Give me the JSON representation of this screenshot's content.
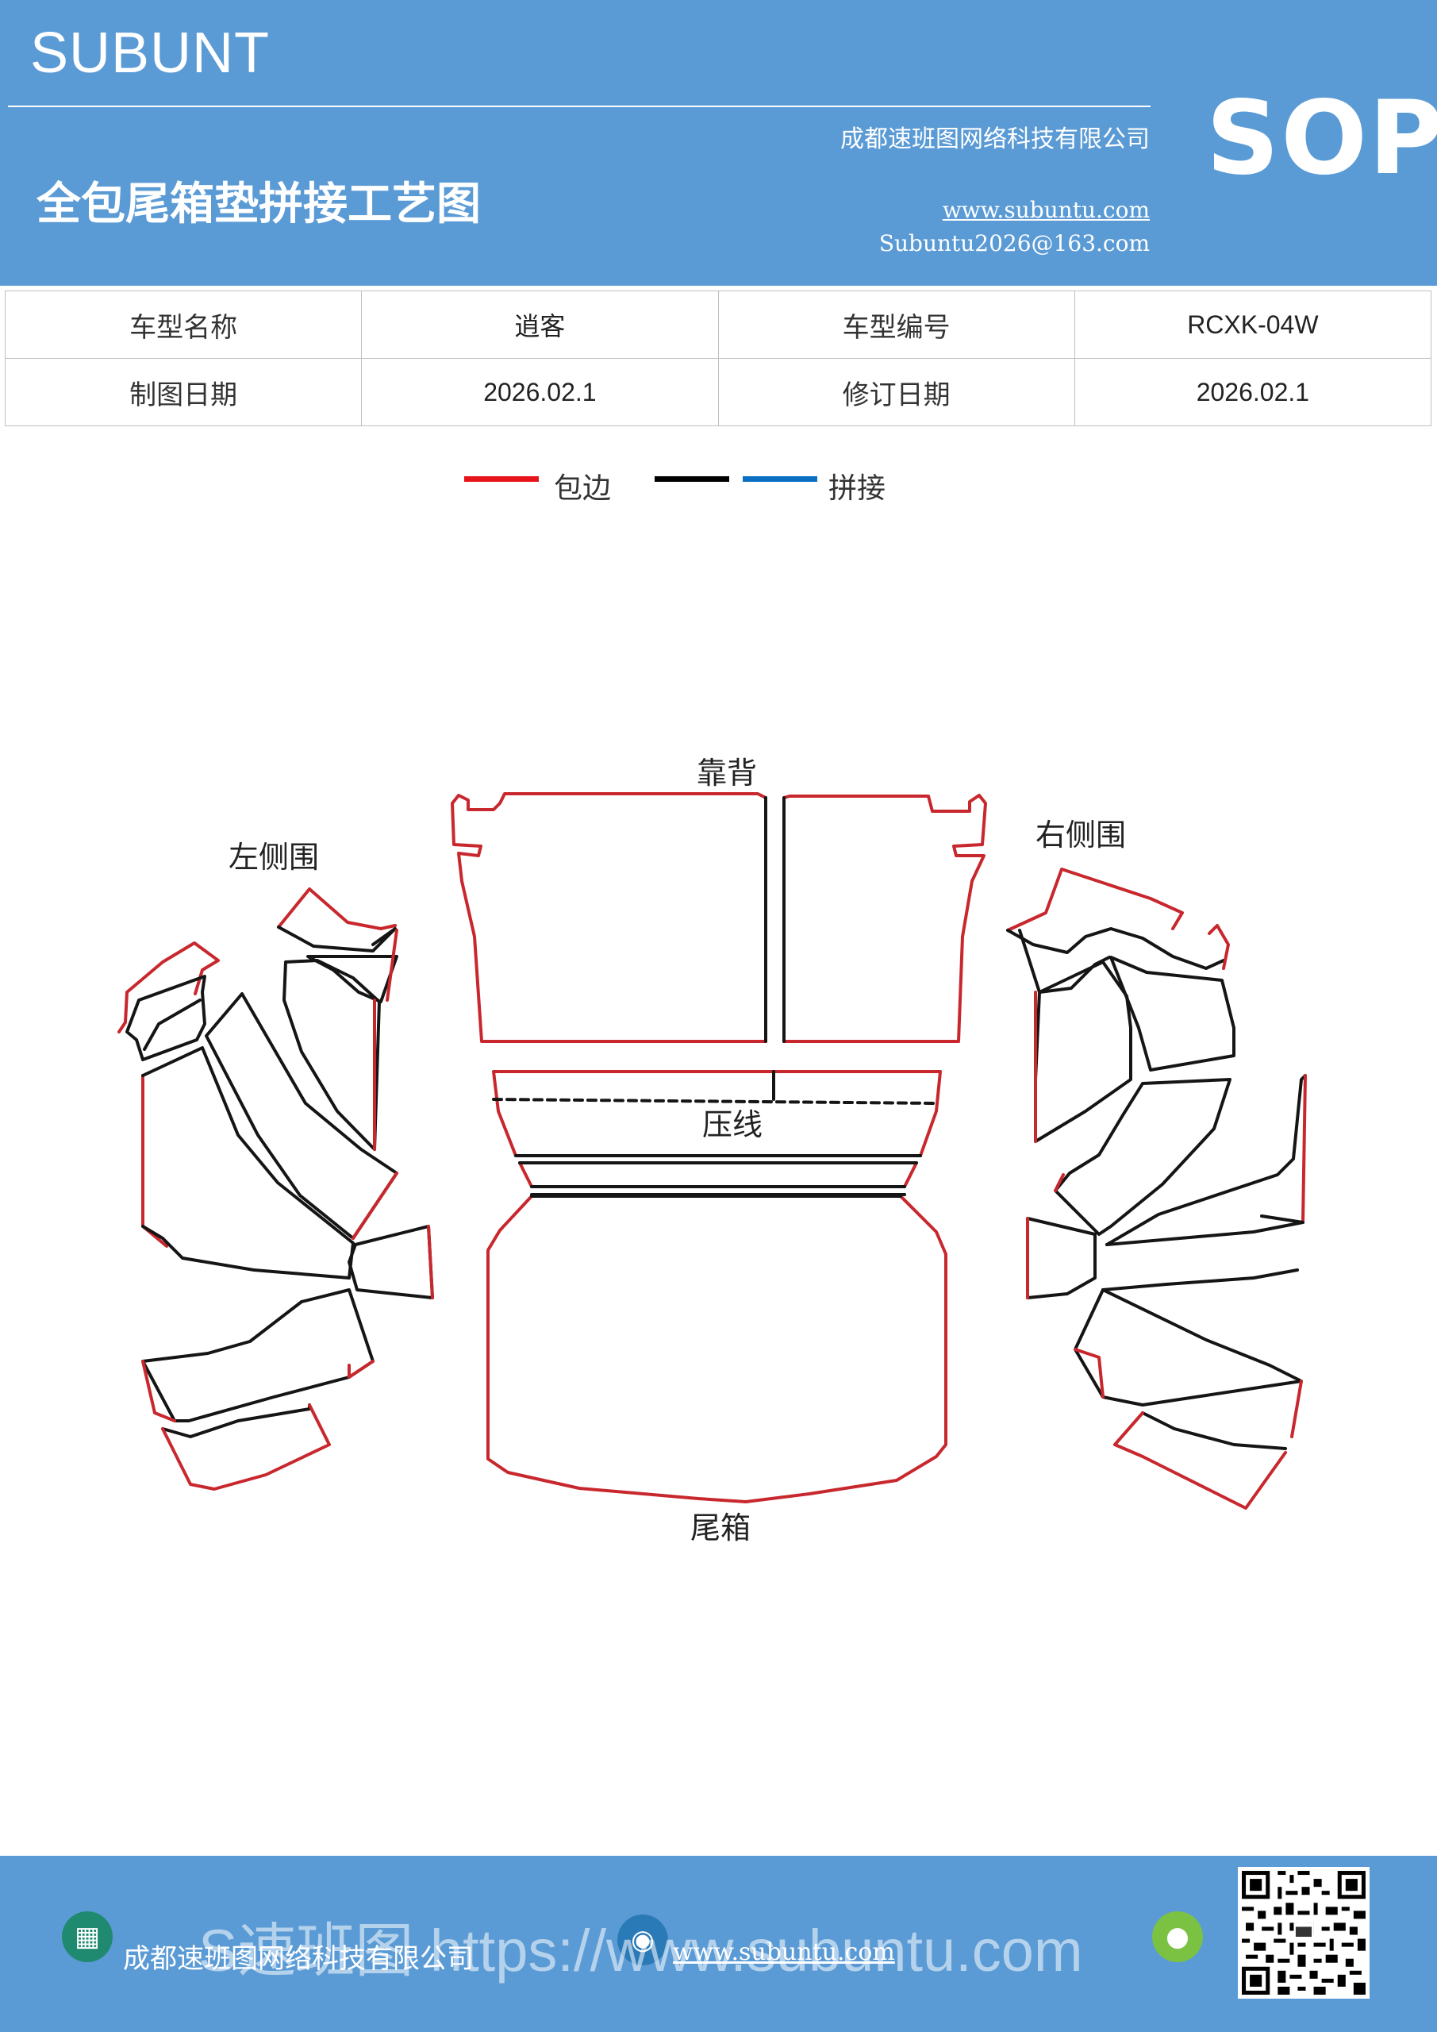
{
  "header": {
    "brand": "SUBUNT",
    "company": "成都速班图网络科技有限公司",
    "title": "全包尾箱垫拼接工艺图",
    "url": "www.subuntu.com",
    "email": "Subuntu2026@163.com",
    "badge": "SOP"
  },
  "info_table": {
    "rows": [
      [
        "车型名称",
        "逍客",
        "车型编号",
        "RCXK-04W"
      ],
      [
        "制图日期",
        "2026.02.1",
        "修订日期",
        "2026.02.1"
      ]
    ]
  },
  "legend": {
    "items": [
      {
        "label": "包边",
        "colors": [
          "#e8141b"
        ]
      },
      {
        "label": "拼接",
        "colors": [
          "#000000",
          "#0a6fc2"
        ]
      }
    ]
  },
  "drawing": {
    "labels": {
      "back": "靠背",
      "left": "左侧围",
      "right": "右侧围",
      "press_line": "压线",
      "trunk": "尾箱"
    },
    "colors": {
      "edge": "#c8282d",
      "seam": "#151515"
    }
  },
  "footer": {
    "company": "成都速班图网络科技有限公司",
    "url": "www.subuntu.com",
    "watermark": "S速班图 https://www.subuntu.com",
    "icons": [
      "building-icon",
      "globe-icon",
      "wechat-icon"
    ]
  }
}
